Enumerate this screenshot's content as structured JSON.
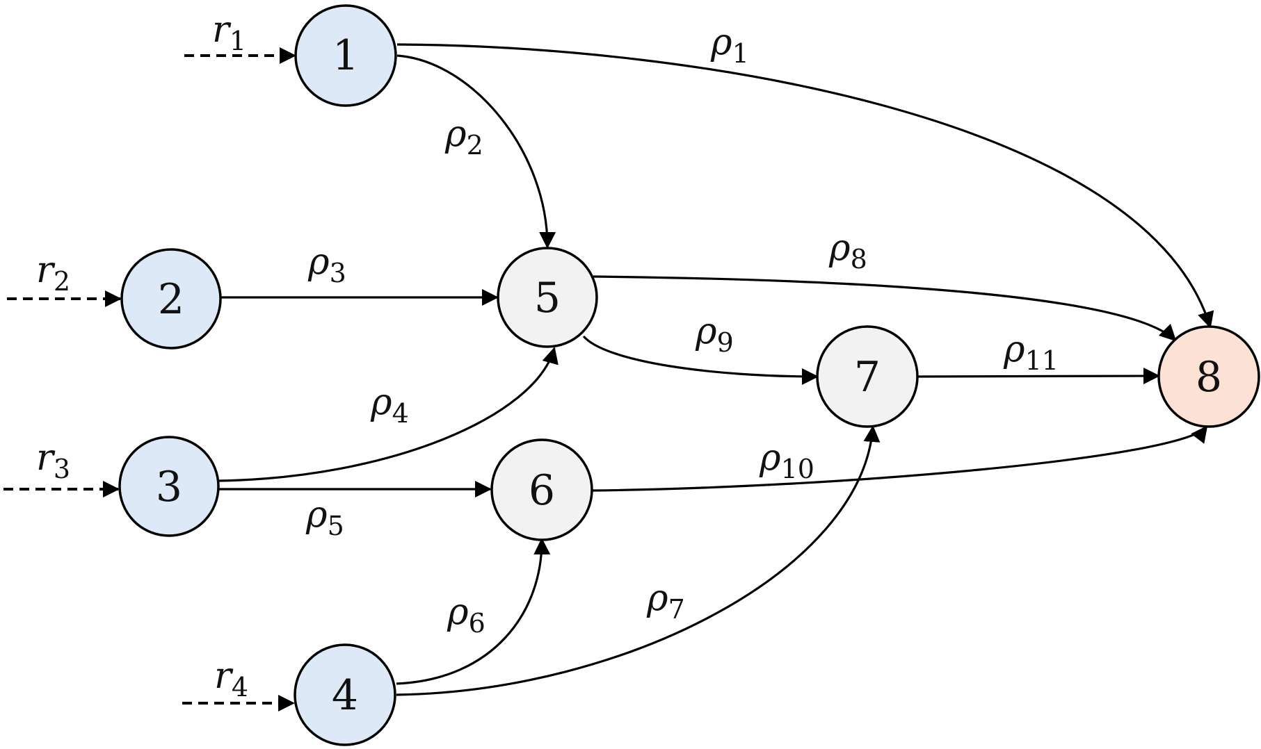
{
  "nodes": {
    "n1": {
      "label": "1",
      "fill": "#dde9f6"
    },
    "n2": {
      "label": "2",
      "fill": "#dde9f6"
    },
    "n3": {
      "label": "3",
      "fill": "#dde9f6"
    },
    "n4": {
      "label": "4",
      "fill": "#dde9f6"
    },
    "n5": {
      "label": "5",
      "fill": "#f2f2f2"
    },
    "n6": {
      "label": "6",
      "fill": "#f2f2f2"
    },
    "n7": {
      "label": "7",
      "fill": "#f2f2f2"
    },
    "n8": {
      "label": "8",
      "fill": "#fbe2d5"
    }
  },
  "inputs": {
    "r1": {
      "base": "r",
      "sub": "1"
    },
    "r2": {
      "base": "r",
      "sub": "2"
    },
    "r3": {
      "base": "r",
      "sub": "3"
    },
    "r4": {
      "base": "r",
      "sub": "4"
    }
  },
  "edges": {
    "e1": {
      "base": "ρ",
      "sub": "1",
      "from": "1",
      "to": "8"
    },
    "e2": {
      "base": "ρ",
      "sub": "2",
      "from": "1",
      "to": "5"
    },
    "e3": {
      "base": "ρ",
      "sub": "3",
      "from": "2",
      "to": "5"
    },
    "e4": {
      "base": "ρ",
      "sub": "4",
      "from": "3",
      "to": "5"
    },
    "e5": {
      "base": "ρ",
      "sub": "5",
      "from": "3",
      "to": "6"
    },
    "e6": {
      "base": "ρ",
      "sub": "6",
      "from": "4",
      "to": "6"
    },
    "e7": {
      "base": "ρ",
      "sub": "7",
      "from": "4",
      "to": "7"
    },
    "e8": {
      "base": "ρ",
      "sub": "8",
      "from": "5",
      "to": "8"
    },
    "e9": {
      "base": "ρ",
      "sub": "9",
      "from": "5",
      "to": "7"
    },
    "e10": {
      "base": "ρ",
      "sub": "10",
      "from": "6",
      "to": "8"
    },
    "e11": {
      "base": "ρ",
      "sub": "11",
      "from": "7",
      "to": "8"
    }
  }
}
